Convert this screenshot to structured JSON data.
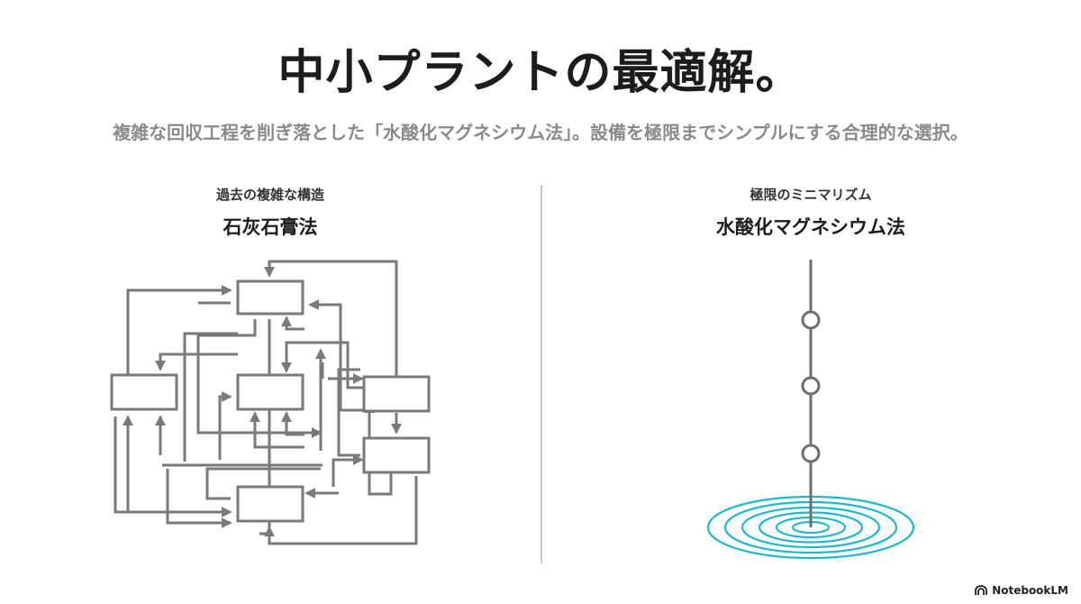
{
  "slide": {
    "title": "中小プラントの最適解。",
    "subtitle": "複雑な回収工程を削ぎ落とした「水酸化マグネシウム法」。設備を極限までシンプルにする合理的な選択。"
  },
  "left_panel": {
    "caption": "過去の複雑な構造",
    "heading": "石灰石膏法"
  },
  "right_panel": {
    "caption": "極限のミニマリズム",
    "heading": "水酸化マグネシウム法"
  },
  "colors": {
    "line": "#7a7a7a",
    "ripple": "#1fb8cf",
    "text": "#1c1c1c",
    "muted": "#8a8a8a"
  },
  "brand": {
    "name": "NotebookLM",
    "icon": "notebooklm-logo-icon"
  }
}
